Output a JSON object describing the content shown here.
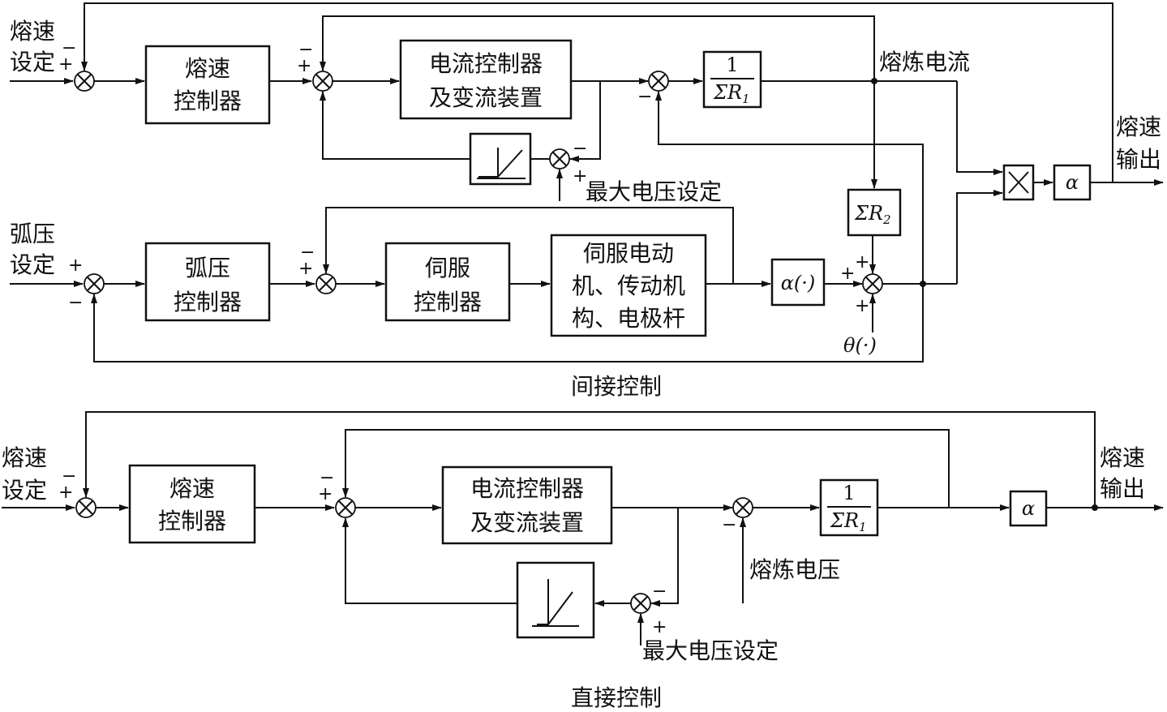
{
  "indirect": {
    "caption": "间接控制",
    "rate_setpoint": [
      "熔速",
      "设定"
    ],
    "rate_controller": [
      "熔速",
      "控制器"
    ],
    "current_controller": [
      "电流控制器",
      "及变流装置"
    ],
    "one_over_sum_r1_num": "1",
    "sum_r1": "ΣR",
    "sub1": "1",
    "melt_current": "熔炼电流",
    "rate_output": [
      "熔速",
      "输出"
    ],
    "max_voltage": "最大电压设定",
    "arc_setpoint": [
      "弧压",
      "设定"
    ],
    "arc_controller": [
      "弧压",
      "控制器"
    ],
    "servo_controller": [
      "伺服",
      "控制器"
    ],
    "servo_motor": [
      "伺服电动",
      "机、传动机",
      "构、电极杆"
    ],
    "alpha_fn": "α(·)",
    "theta_fn": "θ(·)",
    "sum_r2": "ΣR",
    "sub2": "2",
    "multiply": "×",
    "alpha": "α"
  },
  "direct": {
    "caption": "直接控制",
    "rate_setpoint": [
      "熔速",
      "设定"
    ],
    "rate_controller": [
      "熔速",
      "控制器"
    ],
    "current_controller": [
      "电流控制器",
      "及变流装置"
    ],
    "one_over_sum_r1_num": "1",
    "sum_r1": "ΣR",
    "sub1": "1",
    "melt_voltage": "熔炼电压",
    "max_voltage": "最大电压设定",
    "rate_output": [
      "熔速",
      "输出"
    ],
    "alpha": "α"
  },
  "signs": {
    "plus": "+",
    "minus": "−"
  }
}
